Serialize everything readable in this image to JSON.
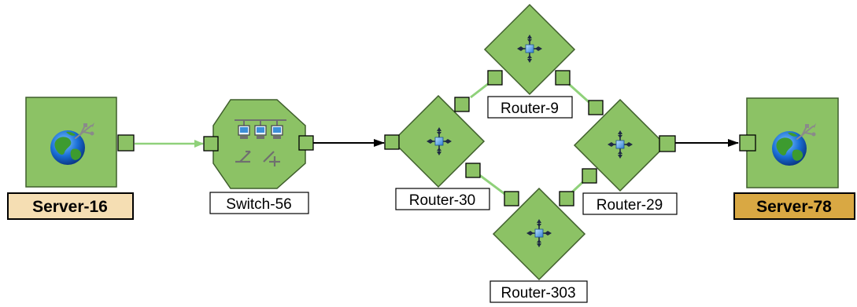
{
  "colors": {
    "node_fill": "#8cc265",
    "node_stroke": "#3f5e2c",
    "port_fill": "#8cc265",
    "link_active": "#8fd17a",
    "link_dark": "#000000",
    "label_box": "#ffffff",
    "server_label_light": "#f5deb3",
    "server_label_dark": "#d9a843"
  },
  "nodes": [
    {
      "id": "server-16",
      "type": "server",
      "label": "Server-16",
      "icon": "globe-usb-icon",
      "selected": false
    },
    {
      "id": "switch-56",
      "type": "switch",
      "label": "Switch-56",
      "icon": "switch-computers-icon"
    },
    {
      "id": "router-30",
      "type": "router",
      "label": "Router-30",
      "icon": "router-arrows-icon"
    },
    {
      "id": "router-9",
      "type": "router",
      "label": "Router-9",
      "icon": "router-arrows-icon"
    },
    {
      "id": "router-303",
      "type": "router",
      "label": "Router-303",
      "icon": "router-arrows-icon"
    },
    {
      "id": "router-29",
      "type": "router",
      "label": "Router-29",
      "icon": "router-arrows-icon"
    },
    {
      "id": "server-78",
      "type": "server",
      "label": "Server-78",
      "icon": "globe-usb-icon",
      "selected": true
    }
  ],
  "links": [
    {
      "from": "server-16",
      "to": "switch-56",
      "style": "active",
      "arrow": true
    },
    {
      "from": "switch-56",
      "to": "router-30",
      "style": "dark",
      "arrow": true
    },
    {
      "from": "router-30",
      "to": "router-9",
      "style": "active",
      "arrow": false
    },
    {
      "from": "router-9",
      "to": "router-29",
      "style": "active",
      "arrow": false
    },
    {
      "from": "router-30",
      "to": "router-303",
      "style": "active",
      "arrow": false
    },
    {
      "from": "router-303",
      "to": "router-29",
      "style": "active",
      "arrow": false
    },
    {
      "from": "router-29",
      "to": "server-78",
      "style": "dark",
      "arrow": true
    }
  ]
}
